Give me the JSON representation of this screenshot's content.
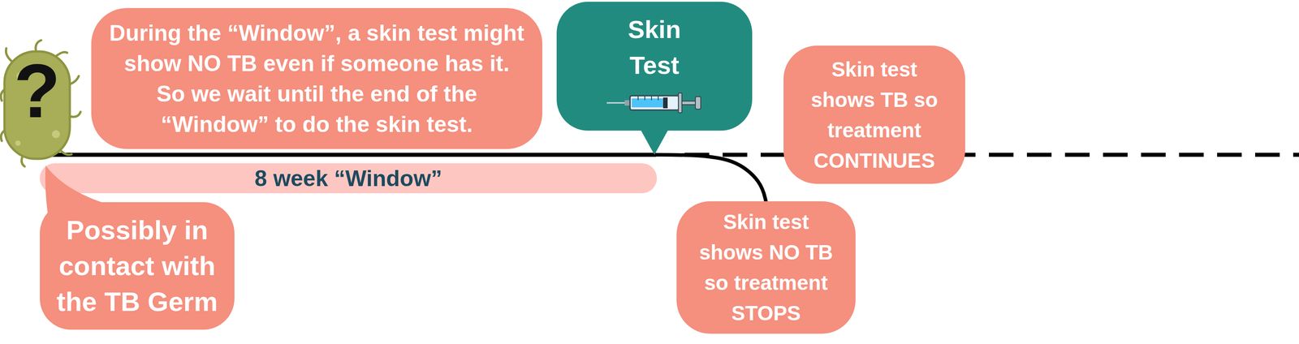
{
  "diagram": {
    "nodes": [
      {
        "text": [
          "During the “Window”, a skin test might show NO TB even if someone has it. So we wait until the end of the “Window” to do the skin test."
        ]
      },
      {
        "text": [
          "Skin Test"
        ]
      },
      {
        "text": [
          "Skin test shows TB so treatment CONTINUES"
        ]
      },
      {
        "text": [
          "8 week “Window”"
        ]
      },
      {
        "text": [
          "Possibly in contact with the TB Germ"
        ]
      },
      {
        "text": [
          "Skin test shows NO TB so treatment STOPS"
        ]
      }
    ],
    "edges": [
      {
        "from": 1,
        "to": 5,
        "arrow": "none"
      }
    ],
    "labels": [
      "?"
    ]
  }
}
